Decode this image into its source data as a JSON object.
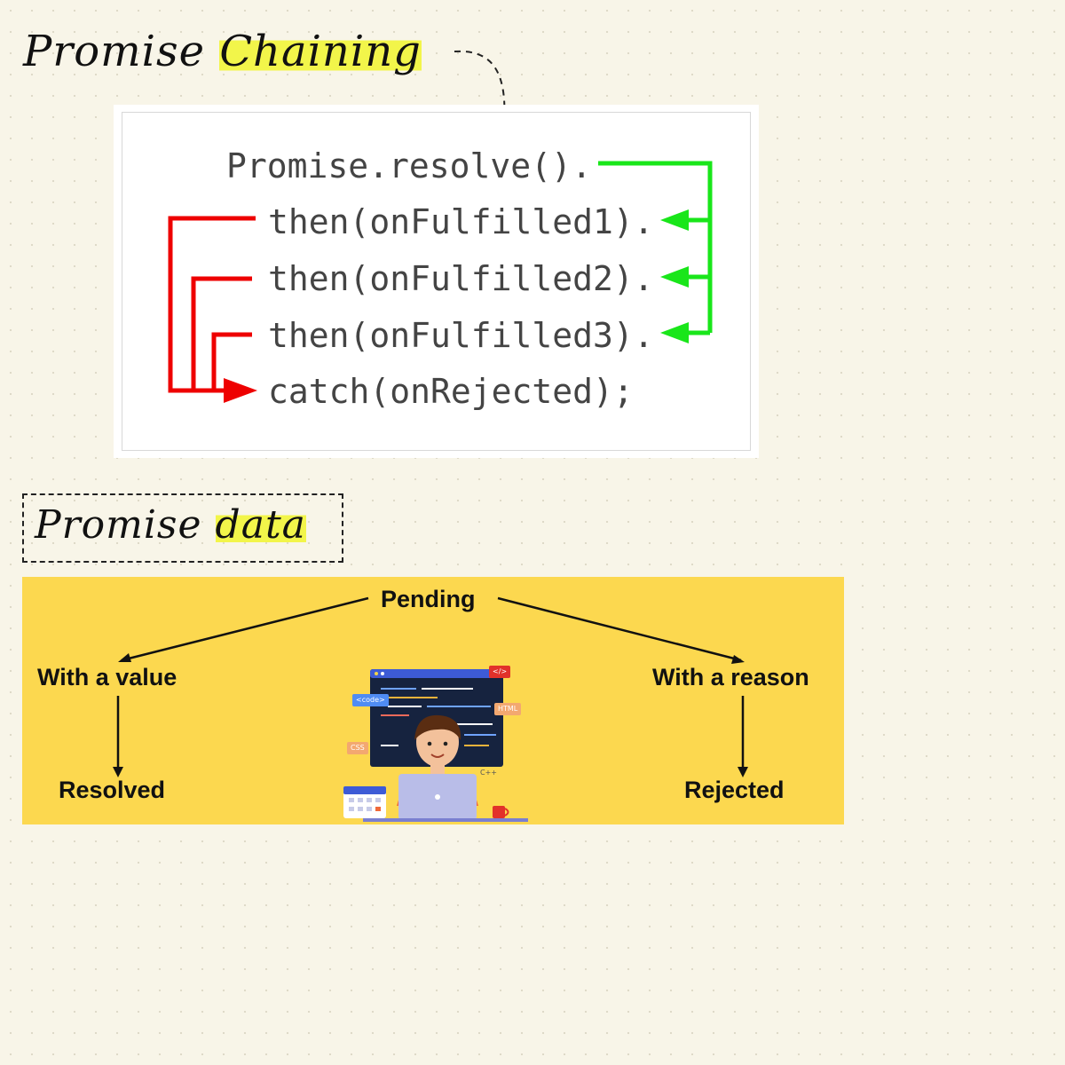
{
  "headings": {
    "title_plain": "Promise",
    "title_highlight": "Chaining",
    "subtitle_plain": "Promise",
    "subtitle_highlight": "data"
  },
  "code": {
    "lines": [
      "Promise.resolve().",
      "then(onFulfilled1).",
      "then(onFulfilled2).",
      "then(onFulfilled3).",
      "catch(onRejected);"
    ]
  },
  "states": {
    "pending": "Pending",
    "with_value": "With a value",
    "with_reason": "With a reason",
    "resolved": "Resolved",
    "rejected": "Rejected"
  },
  "illustration": {
    "tags": [
      "<code>",
      "HTML",
      "CSS",
      "C++",
      "</>"
    ]
  },
  "colors": {
    "fulfilled_arrow": "#19e61a",
    "rejected_arrow": "#ee0000",
    "panel_background": "#fcd84f",
    "highlight": "#f2f54a"
  }
}
